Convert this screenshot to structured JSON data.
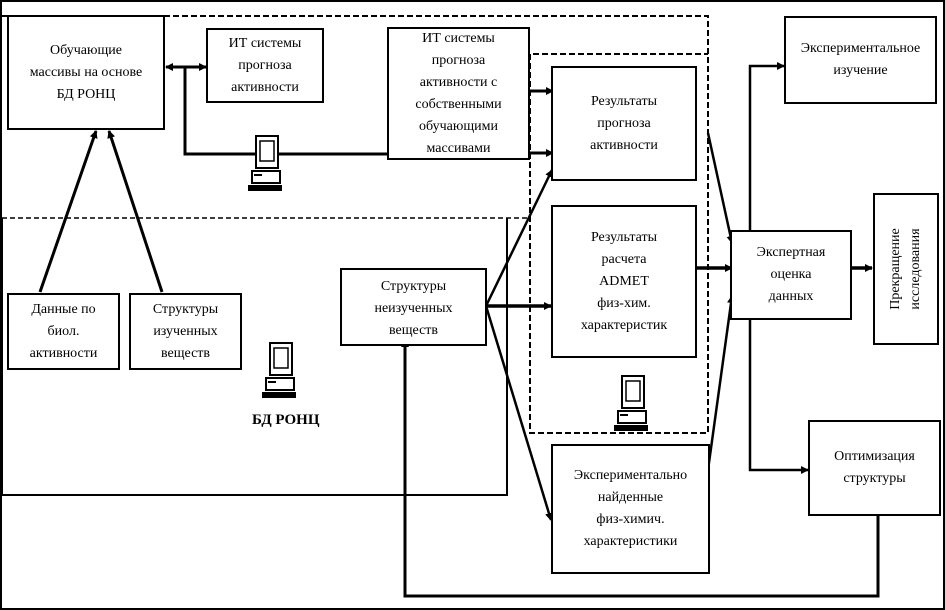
{
  "diagram": {
    "boxes": {
      "training_arrays": "Обучающие\nмассивы на основе\nБД РОНЦ",
      "it_systems": "ИТ системы\nпрогноза\nактивности",
      "it_systems_own": "ИТ системы\nпрогноза\nактивности с\nсобственными\nобучающими\nмассивами",
      "prediction_results": "Результаты\nпрогноза\nактивности",
      "admet_results": "Результаты\nрасчета\nADMET\nфиз-хим.\nхарактеристик",
      "bio_activity_data": "Данные по\nбиол.\nактивности",
      "studied_structures": "Структуры\nизученных\nвеществ",
      "unstudied_structures": "Структуры\nнеизученных\nвеществ",
      "experimental_physchem": "Экспериментально\nнайденные\nфиз-химич.\nхарактеристики",
      "experimental_study": "Экспериментальное\nизучение",
      "expert_assessment": "Экспертная\nоценка\nданных",
      "stop_research": "Прекращение\nисследования",
      "structure_optimization": "Оптимизация\nструктуры"
    },
    "database_label": "БД РОНЦ",
    "icons": [
      "computer-icon",
      "computer-icon",
      "computer-icon"
    ]
  }
}
